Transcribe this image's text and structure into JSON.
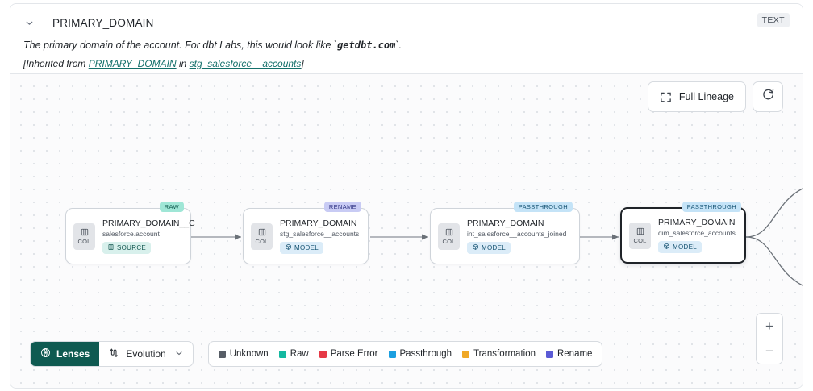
{
  "header": {
    "chevron_icon": "chevron-down-icon",
    "column_title": "PRIMARY_DOMAIN",
    "type_badge": "TEXT",
    "description_prefix": "The primary domain of the account. For dbt Labs, this would look like `",
    "description_code": "getdbt.com",
    "description_suffix": "`.",
    "inherited_prefix": "[Inherited from ",
    "inherited_column": "PRIMARY_DOMAIN",
    "inherited_middle": " in ",
    "inherited_model": "stg_salesforce__accounts",
    "inherited_suffix": "]"
  },
  "canvas": {
    "full_lineage_label": "Full Lineage",
    "full_lineage_icon": "expand-corners-icon",
    "refresh_icon": "refresh-icon",
    "zoom_in_label": "+",
    "zoom_out_label": "−"
  },
  "nodes": [
    {
      "pill": "RAW",
      "pill_class": "pill-raw",
      "col_label": "COL",
      "name": "PRIMARY_DOMAIN__C",
      "subtitle": "salesforce.account",
      "tag": "SOURCE",
      "tag_class": "tag-source",
      "tag_icon": "database-icon",
      "selected": false
    },
    {
      "pill": "RENAME",
      "pill_class": "pill-rename",
      "col_label": "COL",
      "name": "PRIMARY_DOMAIN",
      "subtitle": "stg_salesforce__accounts",
      "tag": "MODEL",
      "tag_class": "tag-model",
      "tag_icon": "cube-icon",
      "selected": false
    },
    {
      "pill": "PASSTHROUGH",
      "pill_class": "pill-pass",
      "col_label": "COL",
      "name": "PRIMARY_DOMAIN",
      "subtitle": "int_salesforce__accounts_joined",
      "tag": "MODEL",
      "tag_class": "tag-model",
      "tag_icon": "cube-icon",
      "selected": false
    },
    {
      "pill": "PASSTHROUGH",
      "pill_class": "pill-pass",
      "col_label": "COL",
      "name": "PRIMARY_DOMAIN",
      "subtitle": "dim_salesforce_accounts",
      "tag": "MODEL",
      "tag_class": "tag-model",
      "tag_icon": "cube-icon",
      "selected": true
    }
  ],
  "toolbar": {
    "lenses_label": "Lenses",
    "lenses_icon": "lens-icon",
    "evolution_label": "Evolution",
    "evolution_icon": "evolution-icon",
    "evolution_caret": "⌄"
  },
  "legend": [
    {
      "label": "Unknown",
      "color": "#575d66"
    },
    {
      "label": "Raw",
      "color": "#14b8a0"
    },
    {
      "label": "Parse Error",
      "color": "#e63946"
    },
    {
      "label": "Passthrough",
      "color": "#1b9fe0"
    },
    {
      "label": "Transformation",
      "color": "#f0a826"
    },
    {
      "label": "Rename",
      "color": "#5b5bd6"
    }
  ]
}
